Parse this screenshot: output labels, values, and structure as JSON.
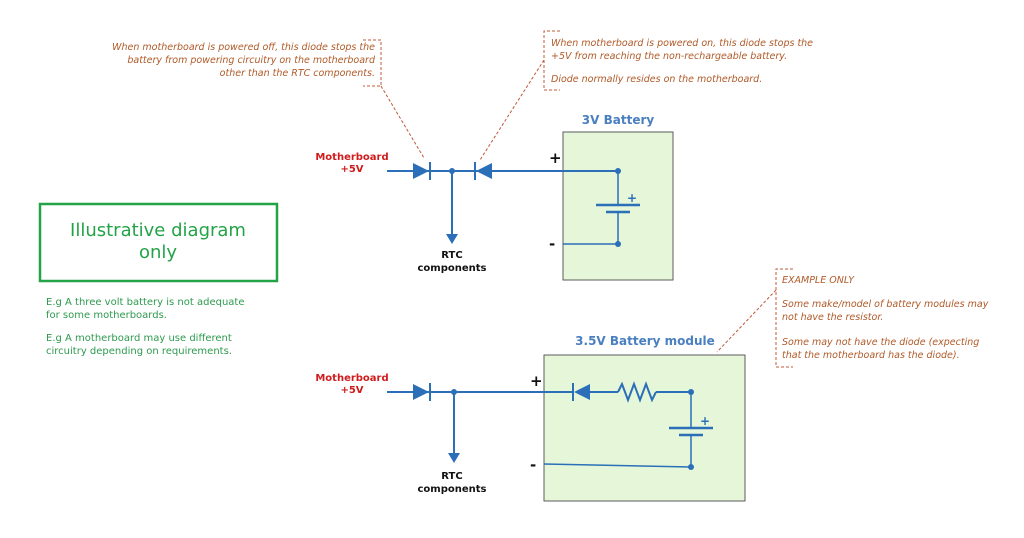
{
  "notes": {
    "top_left": [
      "When motherboard is powered off, this diode stops the",
      "battery from powering circuitry on the motherboard",
      "other than the RTC components."
    ],
    "top_right": [
      "When motherboard is powered on, this diode stops the",
      "+5V from reaching the non-rechargeable battery.",
      "",
      "Diode normally resides on the motherboard."
    ],
    "example": [
      "EXAMPLE ONLY",
      "",
      "Some make/model of battery modules may",
      "not have the resistor.",
      "",
      "Some may not have the diode (expecting",
      "that the motherboard has the diode)."
    ]
  },
  "circuit1": {
    "supply_label": [
      "Motherboard",
      "+5V"
    ],
    "rtc_label": [
      "RTC",
      "components"
    ],
    "battery_title": "3V Battery",
    "plus": "+",
    "minus": "-",
    "cell_plus": "+"
  },
  "circuit2": {
    "supply_label": [
      "Motherboard",
      "+5V"
    ],
    "rtc_label": [
      "RTC",
      "components"
    ],
    "battery_title": "3.5V Battery module",
    "plus": "+",
    "minus": "-",
    "cell_plus": "+"
  },
  "illustrative_box": [
    "Illustrative diagram",
    "only"
  ],
  "green_notes": [
    [
      "E.g  A three volt battery is not adequate",
      "for some motherboards."
    ],
    [
      "E.g  A motherboard may use different",
      "circuitry depending on requirements."
    ]
  ],
  "colors": {
    "wire": "#2a6fb8",
    "note_text": "#b05a28",
    "supply_text": "#d01c1c",
    "battery_title": "#4a7fc0",
    "box_green": "#23a347",
    "battery_fill": "#e6f7d9"
  }
}
